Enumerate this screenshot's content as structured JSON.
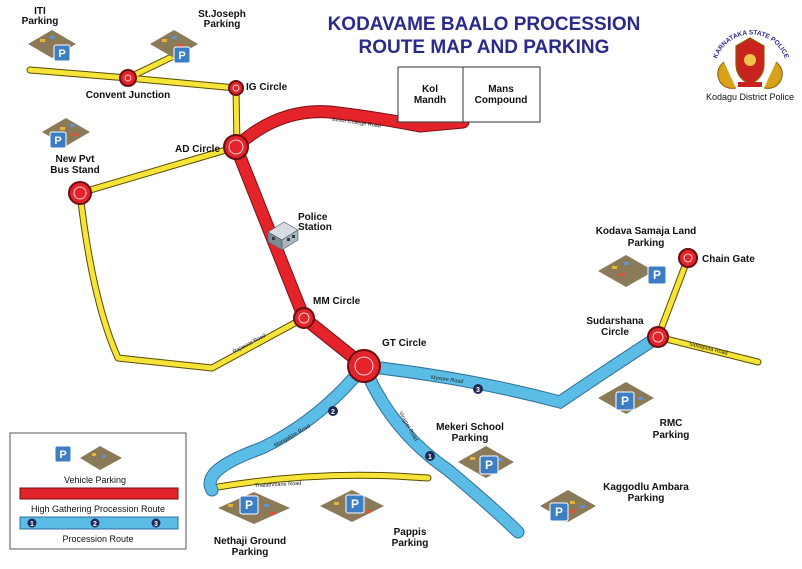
{
  "title": {
    "line1": "KODAVAME BAALO PROCESSION",
    "line2": "ROUTE MAP AND PARKING"
  },
  "emblem": {
    "arc_text": "KARNATAKA STATE POLICE",
    "caption": "Kodagu District Police"
  },
  "colors": {
    "procession_red": "#e5232b",
    "procession_blue": "#5bbde6",
    "road_yellow": "#f7e439",
    "title_blue": "#2a2a8c",
    "parking_blue": "#3b7ec4"
  },
  "places": {
    "iti_parking": [
      "ITI",
      "Parking"
    ],
    "st_joseph_parking": [
      "St.Joseph",
      "Parking"
    ],
    "convent_junction": "Convent Junction",
    "ig_circle": "IG Circle",
    "ad_circle": "AD Circle",
    "new_pvt_bus_stand": [
      "New Pvt",
      "Bus Stand"
    ],
    "kol_mandh": [
      "Kol",
      "Mandh"
    ],
    "mans_compound": [
      "Mans",
      "Compound"
    ],
    "police_station": [
      "Police",
      "Station"
    ],
    "mm_circle": "MM Circle",
    "gt_circle": "GT Circle",
    "kodava_samaja": [
      "Kodava Samaja Land",
      "Parking"
    ],
    "chain_gate": "Chain Gate",
    "sudarshana_circle": [
      "Sudarshana",
      "Circle"
    ],
    "rmc_parking": [
      "RMC",
      "Parking"
    ],
    "mekeri_school_parking": [
      "Mekeri School",
      "Parking"
    ],
    "kaggodlu_ambara_parking": [
      "Kaggodlu Ambara",
      "Parking"
    ],
    "pappis_parking": [
      "Pappis",
      "Parking"
    ],
    "nethaji_ground_parking": [
      "Nethaji Ground",
      "Parking"
    ]
  },
  "roads": {
    "junior_college_road": "Junior College Road",
    "rajaseat_road": "Rajaseat Road",
    "mysore_road": "Mysore Road",
    "mangalore_road": "Mangalore Road",
    "thalathmane_road": "Thalathmane Road",
    "virajpet_road": "Virajpet Road",
    "siddapura_road": "Siddapura Road"
  },
  "route_numbers": {
    "mysore": "3",
    "mangalore": "2",
    "virajpet": "1"
  },
  "legend": {
    "vehicle_parking": "Vehicle Parking",
    "high_gathering": "High Gathering Procession Route",
    "procession_route": "Procession Route",
    "numbers": [
      "1",
      "2",
      "3"
    ]
  },
  "icons": {
    "parking": "parking-sign-icon",
    "lot": "parking-lot-icon",
    "building": "police-station-icon",
    "emblem": "karnataka-police-emblem-icon"
  }
}
